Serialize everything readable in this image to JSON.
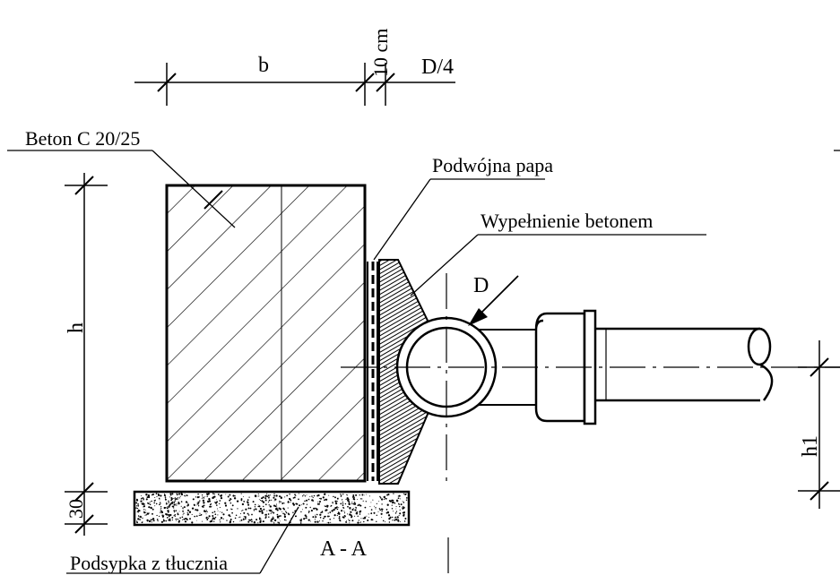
{
  "labels": {
    "b": "b",
    "cm10": "10 cm",
    "d4": "D/4",
    "beton": "Beton C 20/25",
    "papa": "Podwójna papa",
    "wypelnienie": "Wypełnienie betonem",
    "d": "D",
    "h": "h",
    "h1": "h1",
    "cm30": "30",
    "aa": "A - A",
    "podsypka": "Podsypka z tłucznia"
  }
}
